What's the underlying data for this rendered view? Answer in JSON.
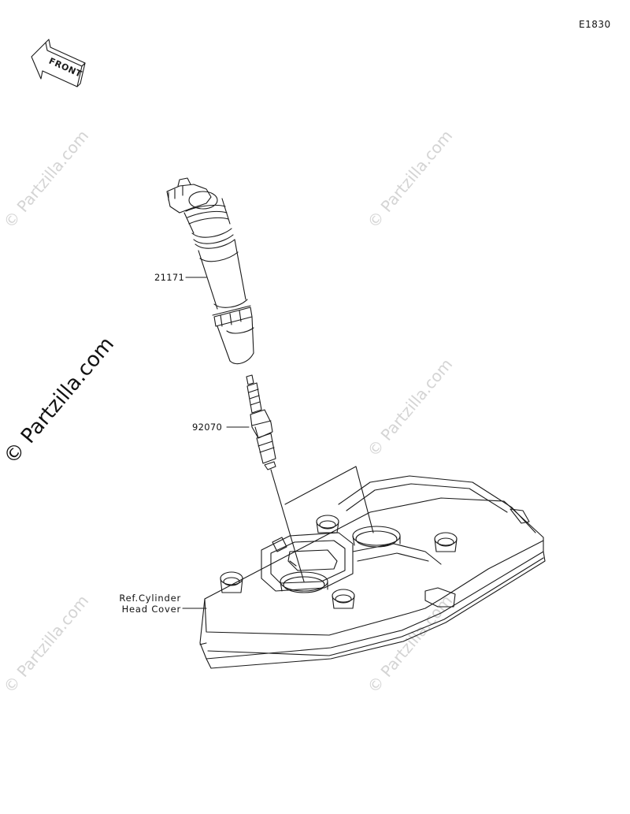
{
  "diagram_code": "E1830",
  "front_arrow": {
    "label": "FRONT"
  },
  "parts": [
    {
      "number": "21171"
    },
    {
      "number": "92070"
    }
  ],
  "reference": {
    "line1": "Ref.Cylinder",
    "line2": "Head Cover"
  },
  "watermark": {
    "text": "© Partzilla.com"
  },
  "colors": {
    "line": "#1a1a1a",
    "watermark": "#d4d4d4"
  }
}
